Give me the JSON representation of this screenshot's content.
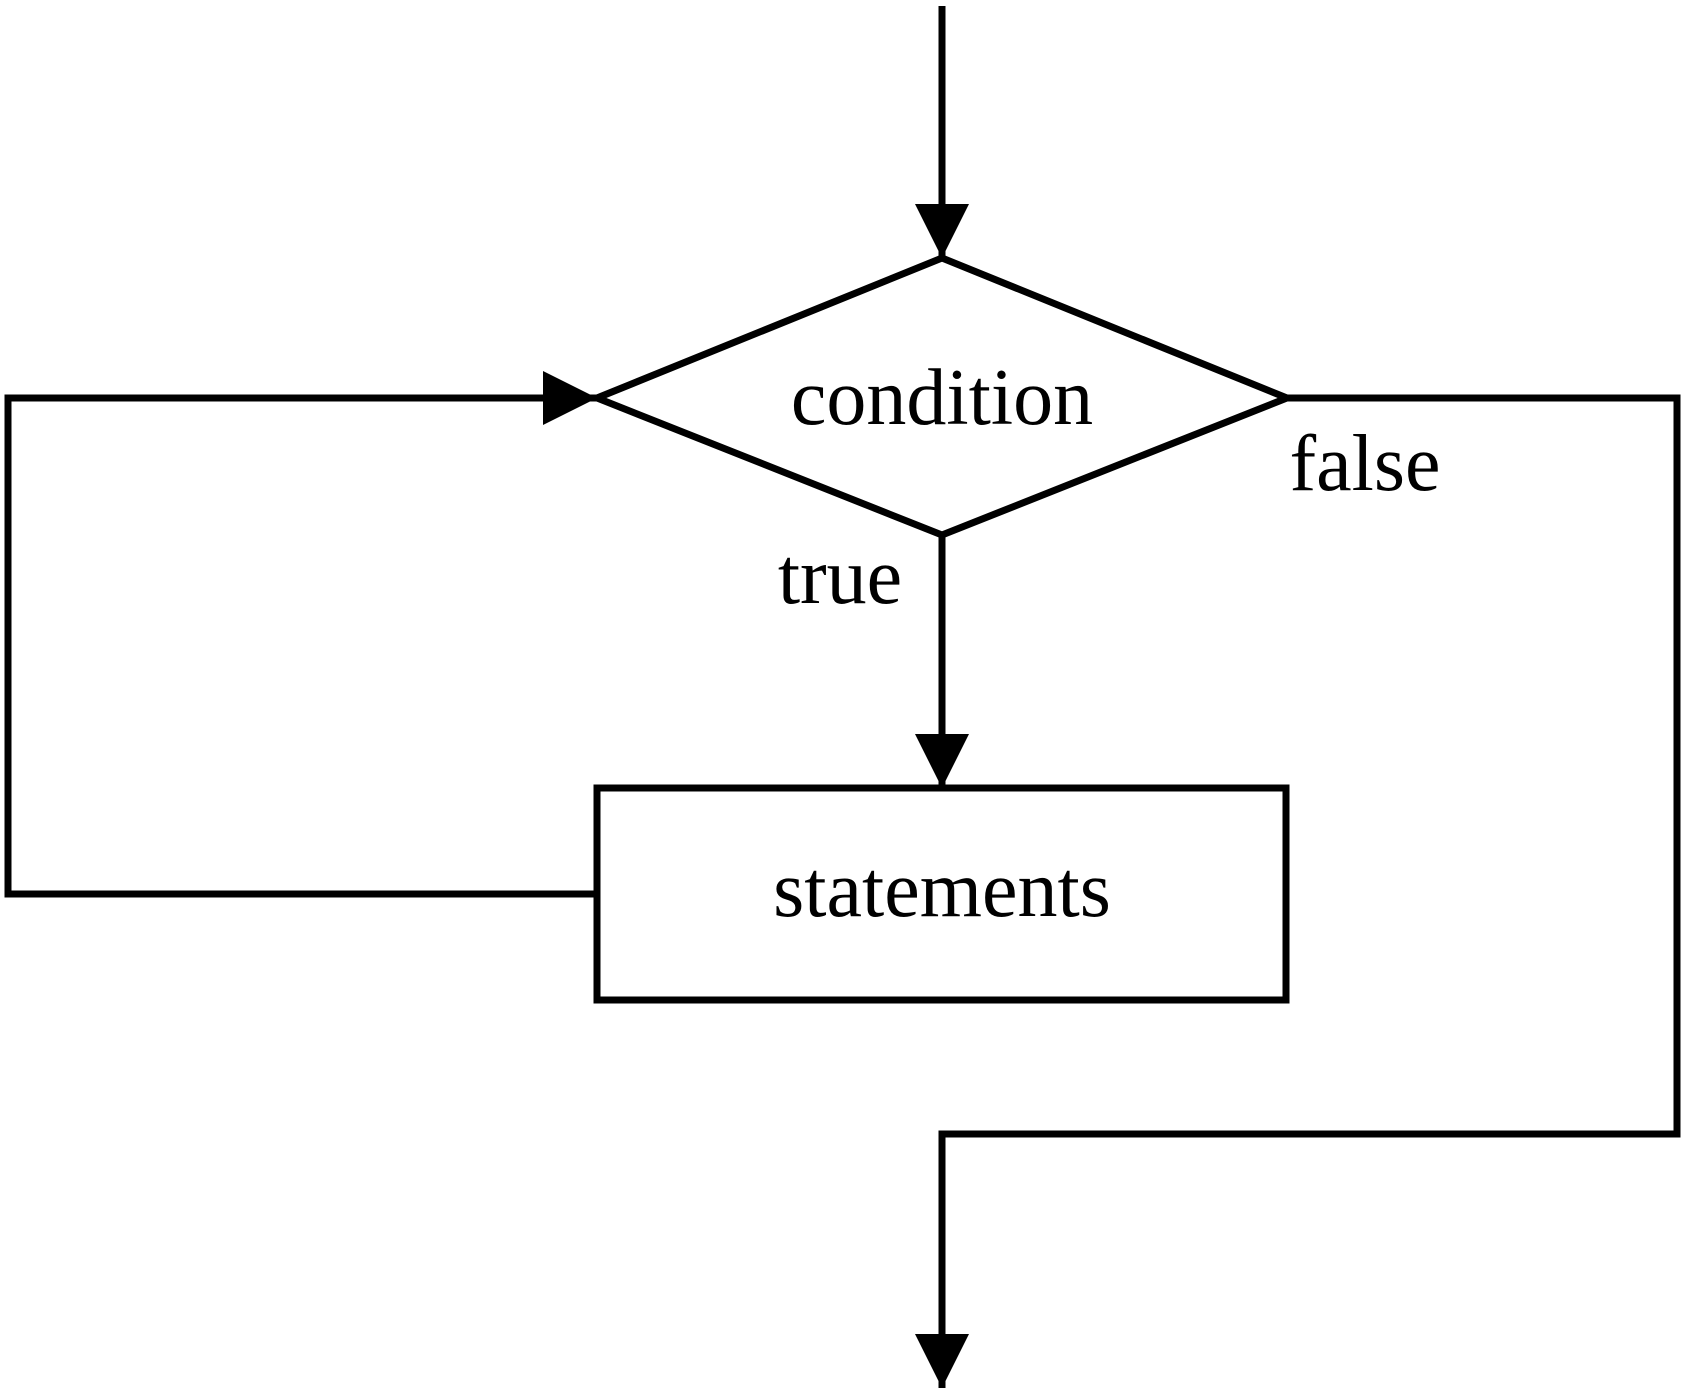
{
  "diagram": {
    "type": "flowchart",
    "nodes": [
      {
        "id": "condition",
        "shape": "diamond",
        "label": "condition"
      },
      {
        "id": "statements",
        "shape": "rectangle",
        "label": "statements"
      }
    ],
    "edges": [
      {
        "from": "entry",
        "to": "condition",
        "label": ""
      },
      {
        "from": "condition",
        "to": "statements",
        "label": "true"
      },
      {
        "from": "statements",
        "to": "condition",
        "label": ""
      },
      {
        "from": "condition",
        "to": "exit",
        "label": "false"
      }
    ]
  },
  "colors": {
    "stroke": "#000000",
    "background": "#ffffff"
  }
}
